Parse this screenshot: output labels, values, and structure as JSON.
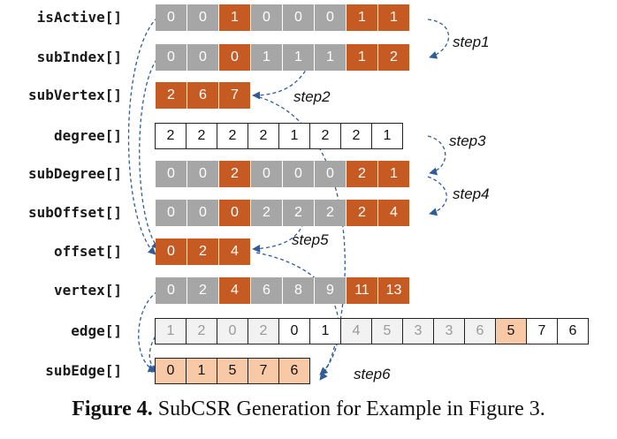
{
  "arrays": [
    {
      "id": "isActive",
      "label": "isActive[]",
      "cells": [
        {
          "v": "0",
          "s": "gray"
        },
        {
          "v": "0",
          "s": "gray"
        },
        {
          "v": "1",
          "s": "orange"
        },
        {
          "v": "0",
          "s": "gray"
        },
        {
          "v": "0",
          "s": "gray"
        },
        {
          "v": "0",
          "s": "gray"
        },
        {
          "v": "1",
          "s": "orange"
        },
        {
          "v": "1",
          "s": "orange"
        }
      ]
    },
    {
      "id": "subIndex",
      "label": "subIndex[]",
      "cells": [
        {
          "v": "0",
          "s": "gray"
        },
        {
          "v": "0",
          "s": "gray"
        },
        {
          "v": "0",
          "s": "orange"
        },
        {
          "v": "1",
          "s": "gray"
        },
        {
          "v": "1",
          "s": "gray"
        },
        {
          "v": "1",
          "s": "gray"
        },
        {
          "v": "1",
          "s": "orange"
        },
        {
          "v": "2",
          "s": "orange"
        }
      ]
    },
    {
      "id": "subVertex",
      "label": "subVertex[]",
      "cells": [
        {
          "v": "2",
          "s": "orange"
        },
        {
          "v": "6",
          "s": "orange"
        },
        {
          "v": "7",
          "s": "orange"
        }
      ]
    },
    {
      "id": "degree",
      "label": "degree[]",
      "cells": [
        {
          "v": "2",
          "s": "white"
        },
        {
          "v": "2",
          "s": "white"
        },
        {
          "v": "2",
          "s": "white"
        },
        {
          "v": "2",
          "s": "white"
        },
        {
          "v": "1",
          "s": "white"
        },
        {
          "v": "2",
          "s": "white"
        },
        {
          "v": "2",
          "s": "white"
        },
        {
          "v": "1",
          "s": "white"
        }
      ]
    },
    {
      "id": "subDegree",
      "label": "subDegree[]",
      "cells": [
        {
          "v": "0",
          "s": "gray"
        },
        {
          "v": "0",
          "s": "gray"
        },
        {
          "v": "2",
          "s": "orange"
        },
        {
          "v": "0",
          "s": "gray"
        },
        {
          "v": "0",
          "s": "gray"
        },
        {
          "v": "0",
          "s": "gray"
        },
        {
          "v": "2",
          "s": "orange"
        },
        {
          "v": "1",
          "s": "orange"
        }
      ]
    },
    {
      "id": "subOffset",
      "label": "subOffset[]",
      "cells": [
        {
          "v": "0",
          "s": "gray"
        },
        {
          "v": "0",
          "s": "gray"
        },
        {
          "v": "0",
          "s": "orange"
        },
        {
          "v": "2",
          "s": "gray"
        },
        {
          "v": "2",
          "s": "gray"
        },
        {
          "v": "2",
          "s": "gray"
        },
        {
          "v": "2",
          "s": "orange"
        },
        {
          "v": "4",
          "s": "orange"
        }
      ]
    },
    {
      "id": "offset",
      "label": "offset[]",
      "cells": [
        {
          "v": "0",
          "s": "orange"
        },
        {
          "v": "2",
          "s": "orange"
        },
        {
          "v": "4",
          "s": "orange"
        }
      ]
    },
    {
      "id": "vertex",
      "label": "vertex[]",
      "cells": [
        {
          "v": "0",
          "s": "gray"
        },
        {
          "v": "2",
          "s": "gray"
        },
        {
          "v": "4",
          "s": "orange"
        },
        {
          "v": "6",
          "s": "gray"
        },
        {
          "v": "8",
          "s": "gray"
        },
        {
          "v": "9",
          "s": "gray"
        },
        {
          "v": "11",
          "s": "orange"
        },
        {
          "v": "13",
          "s": "orange"
        }
      ]
    },
    {
      "id": "edge",
      "label": "edge[]",
      "cells": [
        {
          "v": "1",
          "s": "light"
        },
        {
          "v": "2",
          "s": "light"
        },
        {
          "v": "0",
          "s": "light"
        },
        {
          "v": "2",
          "s": "light"
        },
        {
          "v": "0",
          "s": "white"
        },
        {
          "v": "1",
          "s": "white"
        },
        {
          "v": "4",
          "s": "light"
        },
        {
          "v": "5",
          "s": "light"
        },
        {
          "v": "3",
          "s": "light"
        },
        {
          "v": "3",
          "s": "light"
        },
        {
          "v": "6",
          "s": "light"
        },
        {
          "v": "5",
          "s": "peach"
        },
        {
          "v": "7",
          "s": "white"
        },
        {
          "v": "6",
          "s": "white"
        }
      ]
    },
    {
      "id": "subEdge",
      "label": "subEdge[]",
      "cells": [
        {
          "v": "0",
          "s": "peach"
        },
        {
          "v": "1",
          "s": "peach"
        },
        {
          "v": "5",
          "s": "peach"
        },
        {
          "v": "7",
          "s": "peach"
        },
        {
          "v": "6",
          "s": "peach"
        }
      ]
    }
  ],
  "steps": [
    "step1",
    "step2",
    "step3",
    "step4",
    "step5",
    "step6"
  ],
  "caption": {
    "bold": "Figure 4.",
    "text": " SubCSR Generation for Example in Figure 3."
  },
  "colors": {
    "gray": "#a6a6a6",
    "orange": "#c55a22",
    "peach": "#f8c9a6",
    "arrow": "#2e5d9a"
  }
}
